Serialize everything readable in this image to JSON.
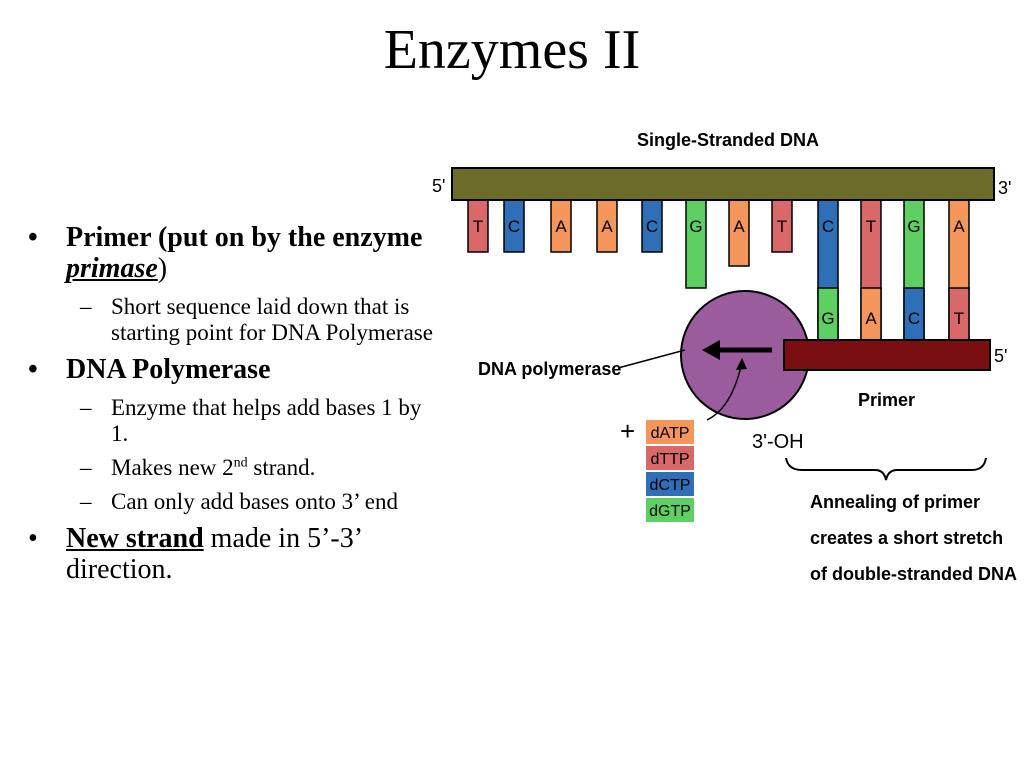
{
  "slide": {
    "title": "Enzymes II"
  },
  "bullets": {
    "primer": {
      "bold_prefix": "Primer (put on by the enzyme ",
      "italic_word": "primase",
      "suffix": ")"
    },
    "primer_sub": "Short sequence laid down that is starting point for DNA Polymerase",
    "polymerase": "DNA Polymerase",
    "polymerase_sub1": "Enzyme that helps add bases 1 by 1.",
    "polymerase_sub2_prefix": "Makes new 2",
    "polymerase_sub2_sup": "nd",
    "polymerase_sub2_suffix": " strand.",
    "polymerase_sub3": "Can only add bases onto 3’ end",
    "newstrand_label": "New strand",
    "newstrand_rest": " made in 5’-3’ direction."
  },
  "diagram": {
    "title": "Single-Stranded DNA",
    "template_left": "5'",
    "template_right": "3'",
    "primer_right": "5'",
    "template_bases": [
      "T",
      "C",
      "A",
      "A",
      "C",
      "G",
      "A",
      "T",
      "C",
      "T",
      "G",
      "A"
    ],
    "paired_bases": [
      "G",
      "A",
      "C",
      "T"
    ],
    "polymerase_label": "DNA polymerase",
    "primer_label": "Primer",
    "oh_label": "3'-OH",
    "plus": "+",
    "nucleotides": [
      "dATP",
      "dTTP",
      "dCTP",
      "dGTP"
    ],
    "annealing": [
      "Annealing of primer",
      "creates a short stretch",
      "of double-stranded DNA"
    ],
    "colors": {
      "A": "#f4955c",
      "T": "#d96868",
      "C": "#2f6fb8",
      "G": "#5dcf63",
      "backbone": "#6b6b2a",
      "primer": "#7a0f12",
      "polymerase": "#9a5c9c"
    }
  }
}
